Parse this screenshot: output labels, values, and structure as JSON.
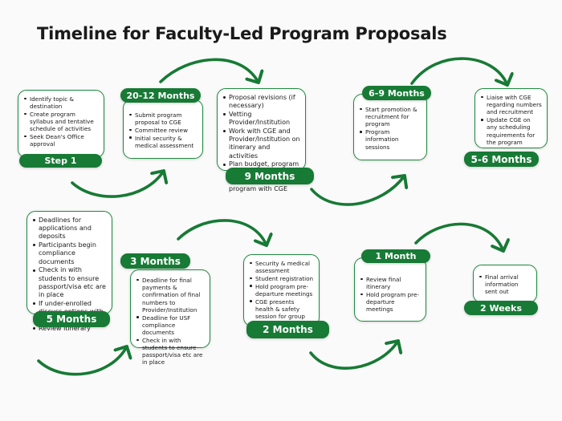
{
  "title": "Timeline for Faculty-Led Program Proposals",
  "colors": {
    "accent": "#177a35",
    "border": "#1e8a3e",
    "background": "#fafafa"
  },
  "stages": [
    {
      "id": "step-1",
      "label": "Step 1",
      "items": [
        "Identify topic & destination",
        "Create program syllabus and tentative schedule of activities",
        "Seek Dean's Office approval"
      ]
    },
    {
      "id": "20-12-months",
      "label": "20-12 Months",
      "items": [
        "Submit program proposal to CGE",
        "Committee review",
        "Initial security & medical assessment"
      ]
    },
    {
      "id": "9-months",
      "label": "9 Months",
      "items": [
        "Proposal revisions (if necessary)",
        "Vetting Provider/Institution",
        "Work with CGE and Provider/Institution on itinerary and activities",
        "Plan budget, program fee and promotional materials for your program with CGE"
      ]
    },
    {
      "id": "6-9-months",
      "label": "6-9 Months",
      "items": [
        "Start promotion & recruitment for program",
        "Program information sessions"
      ]
    },
    {
      "id": "5-6-months",
      "label": "5-6 Months",
      "items": [
        "Liaise with CGE regarding numbers and recruitment",
        "Update CGE on any scheduling requirements for the program"
      ]
    },
    {
      "id": "5-months",
      "label": "5 Months",
      "items": [
        "Deadlines for applications and deposits",
        "Participants begin compliance documents",
        "Check in with students to ensure passport/visa etc are in place",
        "If under-enrolled discuss options with CGE",
        "Review itinerary"
      ]
    },
    {
      "id": "3-months",
      "label": "3 Months",
      "items": [
        "Deadline for final payments & confirmation of final numbers to Provider/Institution",
        "Deadline for USF compliance documents",
        "Check in with students to ensure passport/visa etc are in place"
      ]
    },
    {
      "id": "2-months",
      "label": "2 Months",
      "items": [
        "Security & medical assessment",
        "Student registration",
        "Hold program pre-departure meetings",
        "CGE presents health & safety session for group leaders and students."
      ]
    },
    {
      "id": "1-month",
      "label": "1 Month",
      "items": [
        "Review final itinerary",
        "Hold program pre-departure meetings"
      ]
    },
    {
      "id": "2-weeks",
      "label": "2 Weeks",
      "items": [
        "Final arrival information sent out"
      ]
    }
  ]
}
